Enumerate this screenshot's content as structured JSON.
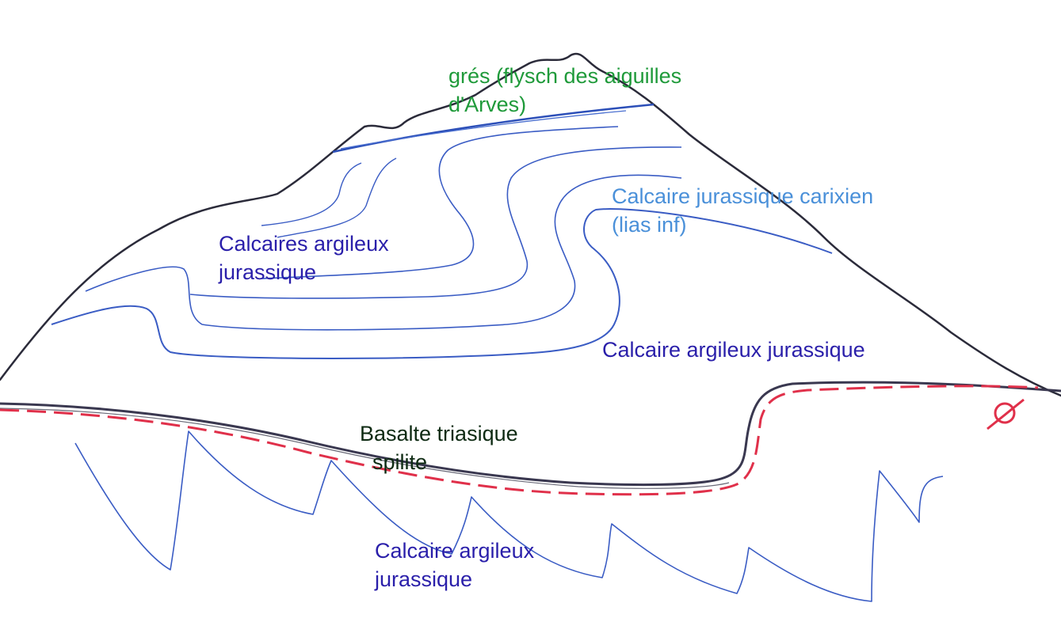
{
  "labels": {
    "gres": {
      "line1": "grés (flysch des aiguilles",
      "line2": "d'Arves)",
      "color": "#1f9a3a"
    },
    "carixien": {
      "line1": "Calcaire jurassique carixien",
      "line2": "(lias inf)",
      "color": "#4a90d9"
    },
    "calcaires_argileux_fold": {
      "line1": "Calcaires argileux",
      "line2": "jurassique",
      "color": "#2a1faa"
    },
    "calcaire_argileux_right": {
      "line1": "Calcaire argileux jurassique",
      "color": "#2a1faa"
    },
    "basalte": {
      "line1": "Basalte triasique",
      "line2": "spilite",
      "color": "#0d2a12"
    },
    "calcaire_argileux_bottom": {
      "line1": "Calcaire argileux",
      "line2": "jurassique",
      "color": "#2a1faa"
    }
  },
  "colors": {
    "mountain_outline": "#2b2b3a",
    "fold_lines": "#3a5cc4",
    "thrust_fault": "#e0304a",
    "contact_line": "#3a3850"
  },
  "icons": {
    "fault_symbol": "circle-slash-icon"
  }
}
